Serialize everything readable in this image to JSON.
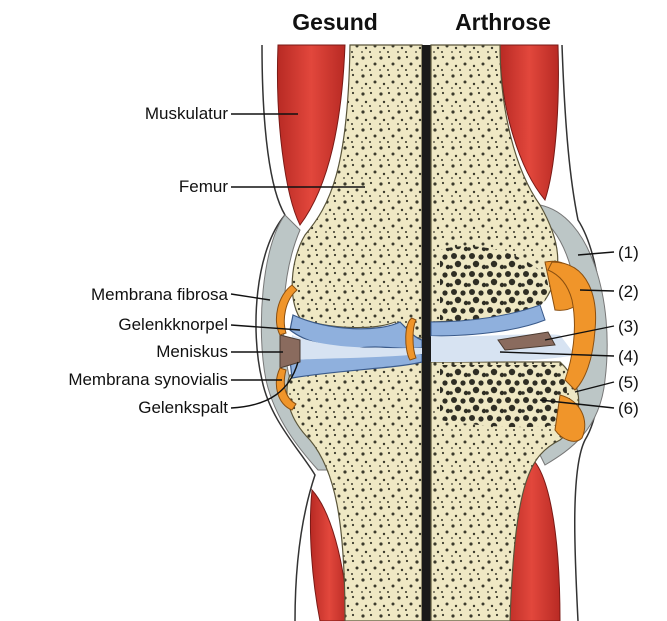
{
  "headers": {
    "left": "Gesund",
    "right": "Arthrose"
  },
  "labels_left": [
    "Muskulatur",
    "Femur",
    "Membrana fibrosa",
    "Gelenkknorpel",
    "Meniskus",
    "Membrana synovialis",
    "Gelenkspalt"
  ],
  "labels_right": [
    "(1)",
    "(2)",
    "(3)",
    "(4)",
    "(5)",
    "(6)"
  ],
  "colors": {
    "muscle": "#d9362f",
    "bone": "#efe8c4",
    "bone_spots": "#3b3a2c",
    "cartilage": "#8fb0dd",
    "capsule": "#f0952a",
    "meniscus": "#8a6b5e",
    "soft_tissue": "#bcc6c6",
    "divider": "#1a1a1a"
  }
}
